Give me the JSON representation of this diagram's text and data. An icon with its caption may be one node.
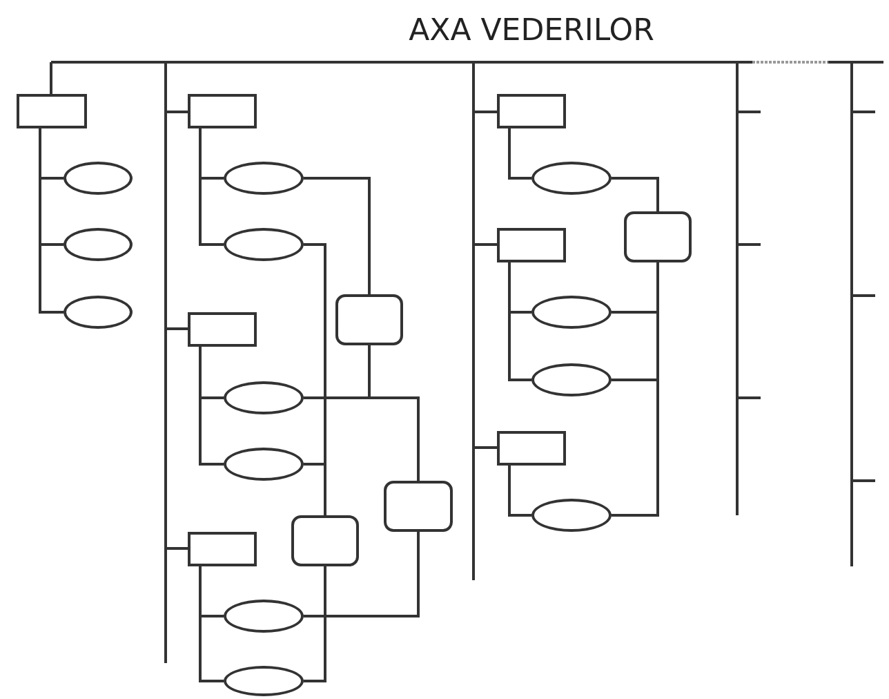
{
  "diagram": {
    "title": "AXA VEDERILOR",
    "nodes": [
      {
        "text": [],
        "shape": "box"
      },
      {
        "text": [],
        "shape": "ellipse"
      },
      {
        "text": [],
        "shape": "ellipse"
      },
      {
        "text": [],
        "shape": "ellipse"
      },
      {
        "text": [],
        "shape": "box"
      },
      {
        "text": [],
        "shape": "ellipse"
      },
      {
        "text": [],
        "shape": "ellipse"
      },
      {
        "text": [],
        "shape": "rounded-box"
      },
      {
        "text": [],
        "shape": "box"
      },
      {
        "text": [],
        "shape": "ellipse"
      },
      {
        "text": [],
        "shape": "ellipse"
      },
      {
        "text": [],
        "shape": "rounded-box"
      },
      {
        "text": [],
        "shape": "rounded-box"
      },
      {
        "text": [],
        "shape": "box"
      },
      {
        "text": [],
        "shape": "ellipse"
      },
      {
        "text": [],
        "shape": "ellipse"
      },
      {
        "text": [],
        "shape": "box"
      },
      {
        "text": [],
        "shape": "ellipse"
      },
      {
        "text": [],
        "shape": "rounded-box"
      },
      {
        "text": [],
        "shape": "box"
      },
      {
        "text": [],
        "shape": "ellipse"
      },
      {
        "text": [],
        "shape": "ellipse"
      },
      {
        "text": [],
        "shape": "box"
      },
      {
        "text": [],
        "shape": "ellipse"
      }
    ],
    "edges": [
      {
        "from": 0,
        "to": 1,
        "arrow": "none"
      },
      {
        "from": 0,
        "to": 2,
        "arrow": "none"
      },
      {
        "from": 0,
        "to": 3,
        "arrow": "none"
      },
      {
        "from": 4,
        "to": 5,
        "arrow": "none"
      },
      {
        "from": 4,
        "to": 6,
        "arrow": "none"
      },
      {
        "from": 5,
        "to": 7,
        "arrow": "none"
      },
      {
        "from": 8,
        "to": 9,
        "arrow": "none"
      },
      {
        "from": 8,
        "to": 10,
        "arrow": "none"
      },
      {
        "from": 6,
        "to": 12,
        "arrow": "none"
      },
      {
        "from": 9,
        "to": 12,
        "arrow": "none"
      },
      {
        "from": 10,
        "to": 12,
        "arrow": "none"
      },
      {
        "from": 9,
        "to": 11,
        "arrow": "none"
      },
      {
        "from": 7,
        "to": 11,
        "arrow": "none"
      },
      {
        "from": 13,
        "to": 14,
        "arrow": "none"
      },
      {
        "from": 13,
        "to": 15,
        "arrow": "none"
      },
      {
        "from": 12,
        "to": 14,
        "arrow": "none"
      },
      {
        "from": 12,
        "to": 15,
        "arrow": "none"
      },
      {
        "from": 14,
        "to": 11,
        "arrow": "none"
      },
      {
        "from": 16,
        "to": 17,
        "arrow": "none"
      },
      {
        "from": 17,
        "to": 18,
        "arrow": "none"
      },
      {
        "from": 19,
        "to": 20,
        "arrow": "none"
      },
      {
        "from": 19,
        "to": 21,
        "arrow": "none"
      },
      {
        "from": 22,
        "to": 23,
        "arrow": "none"
      },
      {
        "from": 18,
        "to": 20,
        "arrow": "none"
      },
      {
        "from": 18,
        "to": 21,
        "arrow": "none"
      },
      {
        "from": 18,
        "to": 23,
        "arrow": "none"
      }
    ]
  }
}
